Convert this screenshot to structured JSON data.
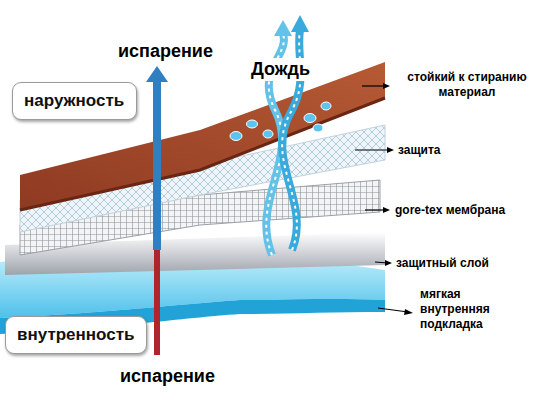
{
  "diagram": {
    "nodes": [
      {
        "text": [
          "наружность"
        ]
      },
      {
        "text": [
          "внутренность"
        ]
      }
    ],
    "labels": [
      "испарение",
      "Дождь",
      "стойкий к стиранию материал",
      "защита",
      "gore-tex мембрана",
      "защитный слой",
      "мягкая внутренняя подкладка",
      "испарение"
    ]
  }
}
